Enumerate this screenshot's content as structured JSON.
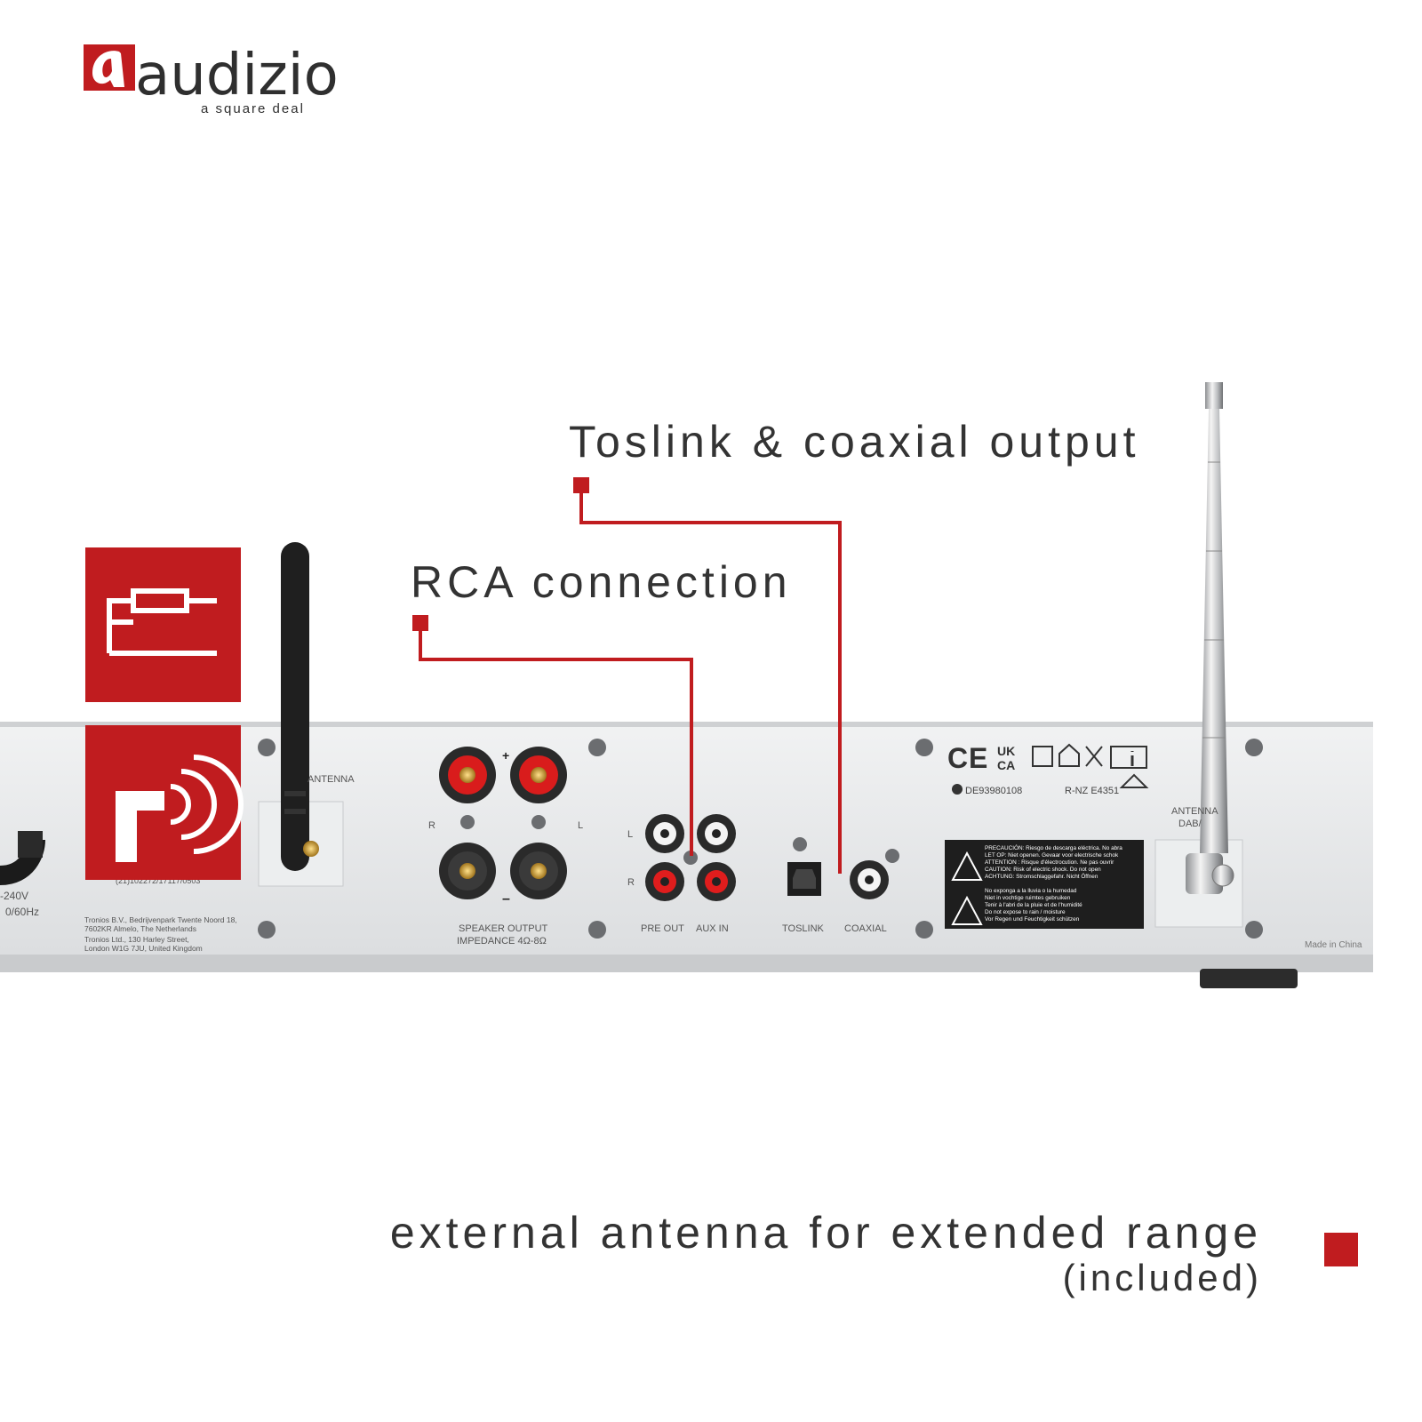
{
  "brand": {
    "name": "audizio",
    "tagline": "a square deal"
  },
  "callouts": {
    "toslink": "Toslink & coaxial output",
    "rca": "RCA connection"
  },
  "feature": {
    "line1": "external antenna for extended range",
    "line2": "(included)"
  },
  "panel": {
    "speaker_output": "SPEAKER OUTPUT",
    "impedance": "IMPEDANCE 4Ω-8Ω",
    "pre_out": "PRE OUT",
    "aux_in": "AUX IN",
    "toslink": "TOSLINK",
    "coaxial": "COAXIAL",
    "antenna_wifi": "ANTENNA",
    "antenna_dab": "ANTENNA",
    "dab": "DAB/",
    "plus": "+",
    "minus": "–",
    "r": "R",
    "l": "L",
    "made_in": "Made in China",
    "cert_code": "DE93980108",
    "rnz": "R-NZ E4351",
    "ukca_1": "UK",
    "ukca_2": "CA",
    "voltage": "-240V",
    "frequency": "0/60Hz",
    "barcode_num": "(21)102272/17117/0503",
    "address_1": "Tronios B.V., Bedrijvenpark Twente Noord 18,",
    "address_2": "7602KR Almelo, The Netherlands",
    "address_3": "Tronios Ltd., 130 Harley Street,",
    "address_4": "London W1G 7JU, United Kingdom",
    "warn_1": "PRECAUCIÓN: Riesgo de descarga eléctrica. No abra",
    "warn_2": "LET OP: Niet openen. Gevaar voor electrische schok",
    "warn_3": "ATTENTION : Risque d'électrocution. Ne pas ouvrir",
    "warn_4": "CAUTION: Risk of electric shock. Do not open",
    "warn_5": "ACHTUNG: Stromschlaggefahr. Nicht Öffnen",
    "warn_6": "No exponga a la lluvia o la humedad",
    "warn_7": "Niet in vochtige ruimtes gebruiken",
    "warn_8": "Tenir à l'abri de la pluie et de l'humidité",
    "warn_9": "Do not expose to rain / moisture",
    "warn_10": "Vor Regen und Feuchtigkeit schützen"
  },
  "colors": {
    "accent": "#c01c1f",
    "text": "#333333",
    "panel": "#e6e7e9"
  }
}
